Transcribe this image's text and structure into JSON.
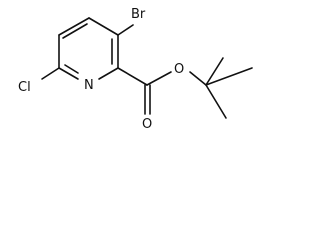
{
  "molecule": {
    "atoms": {
      "bromine": "Br",
      "chlorine": "Cl",
      "nitrogen": "N",
      "ester_oxygen": "O",
      "carbonyl_oxygen": "O"
    }
  }
}
